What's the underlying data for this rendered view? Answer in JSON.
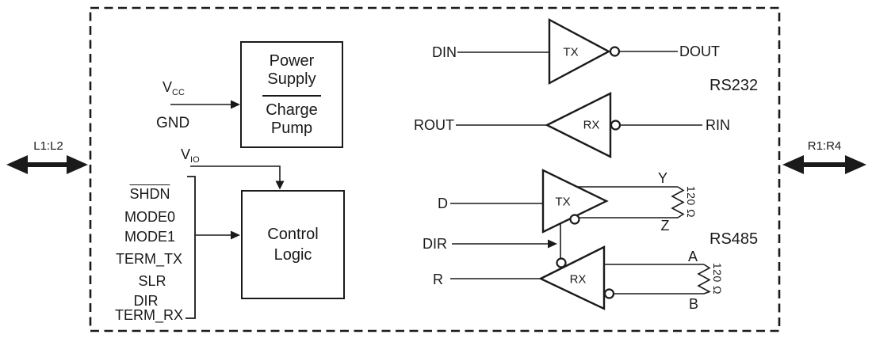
{
  "diagram": {
    "external": {
      "left_port": "L1:L2",
      "right_port": "R1:R4"
    },
    "power_supply_block": {
      "lines": [
        "Power",
        "Supply",
        "Charge",
        "Pump"
      ]
    },
    "vcc": {
      "base": "V",
      "sub": "CC"
    },
    "gnd": "GND",
    "vio": {
      "base": "V",
      "sub": "IO"
    },
    "control_block": {
      "lines": [
        "Control",
        "Logic"
      ]
    },
    "control_inputs": [
      "SHDN",
      "MODE0",
      "MODE1",
      "TERM_TX",
      "SLR",
      "DIR",
      "TERM_RX"
    ],
    "rs232": {
      "label": "RS232",
      "tx": "TX",
      "rx": "RX",
      "din": "DIN",
      "dout": "DOUT",
      "rout": "ROUT",
      "rin": "RIN"
    },
    "rs485": {
      "label": "RS485",
      "tx": "TX",
      "rx": "RX",
      "d": "D",
      "dir": "DIR",
      "r": "R",
      "y": "Y",
      "z": "Z",
      "a": "A",
      "b": "B",
      "term_top": "120 Ω",
      "term_bottom": "120 Ω"
    },
    "colors": {
      "ink": "#1a1a1a",
      "background": "#ffffff"
    }
  }
}
